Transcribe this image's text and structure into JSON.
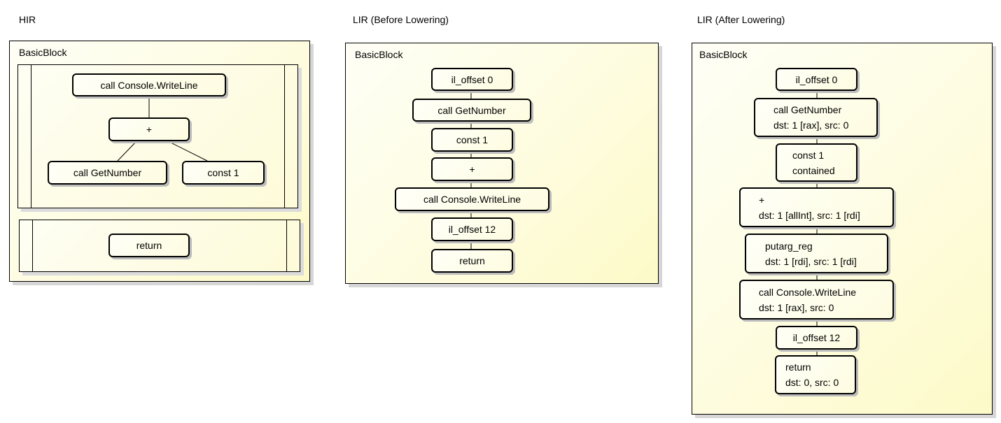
{
  "hir": {
    "title": "HIR",
    "block_label": "BasicBlock",
    "stmt1": {
      "root": "call Console.WriteLine",
      "add": "+",
      "left": "call GetNumber",
      "right": "const 1"
    },
    "stmt2": {
      "ret": "return"
    }
  },
  "lir_before": {
    "title": "LIR (Before Lowering)",
    "block_label": "BasicBlock",
    "nodes": [
      "il_offset 0",
      "call GetNumber",
      "const 1",
      "+",
      "call Console.WriteLine",
      "il_offset 12",
      "return"
    ]
  },
  "lir_after": {
    "title": "LIR (After Lowering)",
    "block_label": "BasicBlock",
    "nodes": [
      {
        "line1": "il_offset 0"
      },
      {
        "line1": "call GetNumber",
        "line2": "dst: 1 [rax], src: 0"
      },
      {
        "line1": "const 1",
        "line2": "contained"
      },
      {
        "line1": "+",
        "line2": "dst: 1 [allInt], src: 1 [rdi]"
      },
      {
        "line1": "putarg_reg",
        "line2": "dst: 1 [rdi], src: 1 [rdi]"
      },
      {
        "line1": "call Console.WriteLine",
        "line2": "dst: 1 [rax], src: 0"
      },
      {
        "line1": "il_offset 12"
      },
      {
        "line1": "return",
        "line2": "dst: 0, src: 0"
      }
    ]
  }
}
